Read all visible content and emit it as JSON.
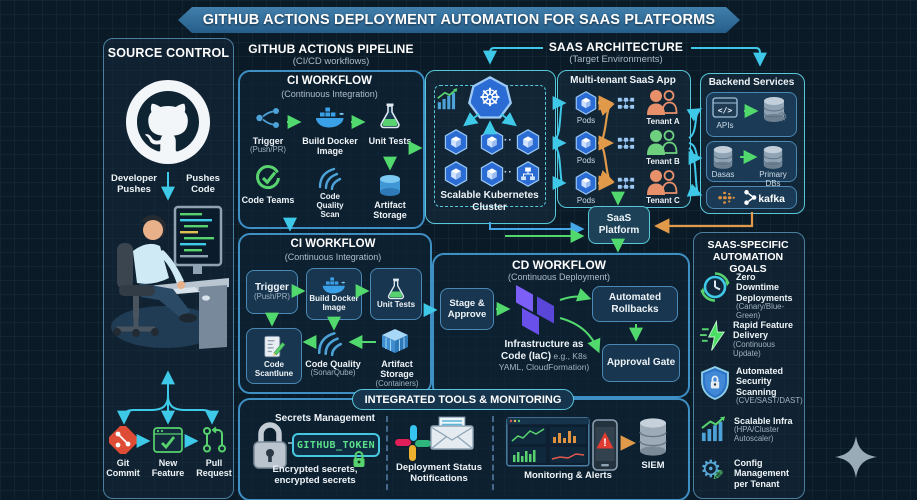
{
  "title": "GITHUB ACTIONS DEPLOYMENT AUTOMATION FOR SAAS PLATFORMS",
  "colors": {
    "accent_teal": "#3fc9e8",
    "accent_green": "#52d96e",
    "accent_orange": "#e09a4a",
    "accent_blue": "#46a8e8",
    "background": "#0b1a27"
  },
  "source_control": {
    "header": "SOURCE CONTROL",
    "push_left": "Developer Pushes",
    "push_right": "Pushes Code",
    "flow_items": [
      {
        "label": "Git Commit"
      },
      {
        "label": "New Feature"
      },
      {
        "label": "Pull Request"
      }
    ]
  },
  "pipeline": {
    "header": "GITHUB ACTIONS PIPELINE",
    "subheader": "(CI/CD workflows)",
    "ci1": {
      "title": "CI WORKFLOW",
      "subtitle": "(Continuous Integration)",
      "trigger": "Trigger",
      "trigger_sub": "(Push/PR)",
      "build": "Build Docker Image",
      "tests": "Unit Tests",
      "teams": "Code Teams",
      "quality": "Code Quality Scan",
      "storage": "Artifact Storage"
    },
    "ci2": {
      "title": "CI WORKFLOW",
      "subtitle": "(Continuous Integration)",
      "trigger": "Trigger",
      "trigger_sub": "(Push/PR)",
      "build": "Build Docker Image",
      "tests": "Unit Tests",
      "scan": "Code Scantlune",
      "quality": "Code Quality",
      "quality_sub": "(SonarQube)",
      "storage": "Artifact Storage",
      "storage_sub": "(Containers)"
    },
    "cd": {
      "title": "CD WORKFLOW",
      "subtitle": "(Continuous Deployment)",
      "stage": "Stage & Approve",
      "iac1": "Infrastructure as",
      "iac2a": "Code (IaC)",
      "iac2b": " e.g., K8s",
      "iac3": "YAML, CloudFormation)",
      "rollbacks": "Automated Rollbacks",
      "gate": "Approval Gate"
    }
  },
  "architecture": {
    "header": "SAAS ARCHITECTURE",
    "subheader": "(Target Environments)",
    "k8s": {
      "caption": "Scalable Kubernetes Cluster"
    },
    "multi_tenant": {
      "title": "Multi-tenant SaaS App",
      "pods_label": "Pods",
      "tenants": [
        {
          "label": "Tenant A"
        },
        {
          "label": "Tenant B"
        },
        {
          "label": "Tenant C"
        }
      ]
    },
    "backend": {
      "title": "Backend Services",
      "apis": "APIs",
      "datas": "Dasas",
      "primary": "Primary DBs",
      "kafka_label": "kafka"
    },
    "platform": "SaaS Platform"
  },
  "goals": {
    "header1": "SAAS-SPECIFIC",
    "header2": "AUTOMATION GOALS",
    "items": [
      {
        "label": "Zero Downtime Deployments",
        "sub": "(Canary/Blue-Green)"
      },
      {
        "label": "Rapid Feature Delivery",
        "sub": "(Continuous Update)"
      },
      {
        "label": "Automated Security Scanning",
        "sub": "(CVE/SAST/DAST)"
      },
      {
        "label": "Scalable Infra",
        "sub": "(HPA/Cluster Autoscaler)"
      },
      {
        "label": "Config Management per Tenant",
        "sub": ""
      }
    ]
  },
  "tools": {
    "header": "INTEGRATED TOOLS & MONITORING",
    "secrets_title": "Secrets Management",
    "token": "GITHUB_TOKEN",
    "secrets_caption1": "Encrypted secrets,",
    "secrets_caption2": "encrypted secrets",
    "notifications_caption": "Deployment Status Notifications",
    "monitoring_caption": "Monitoring & Alerts",
    "siem_label": "SIEM"
  }
}
